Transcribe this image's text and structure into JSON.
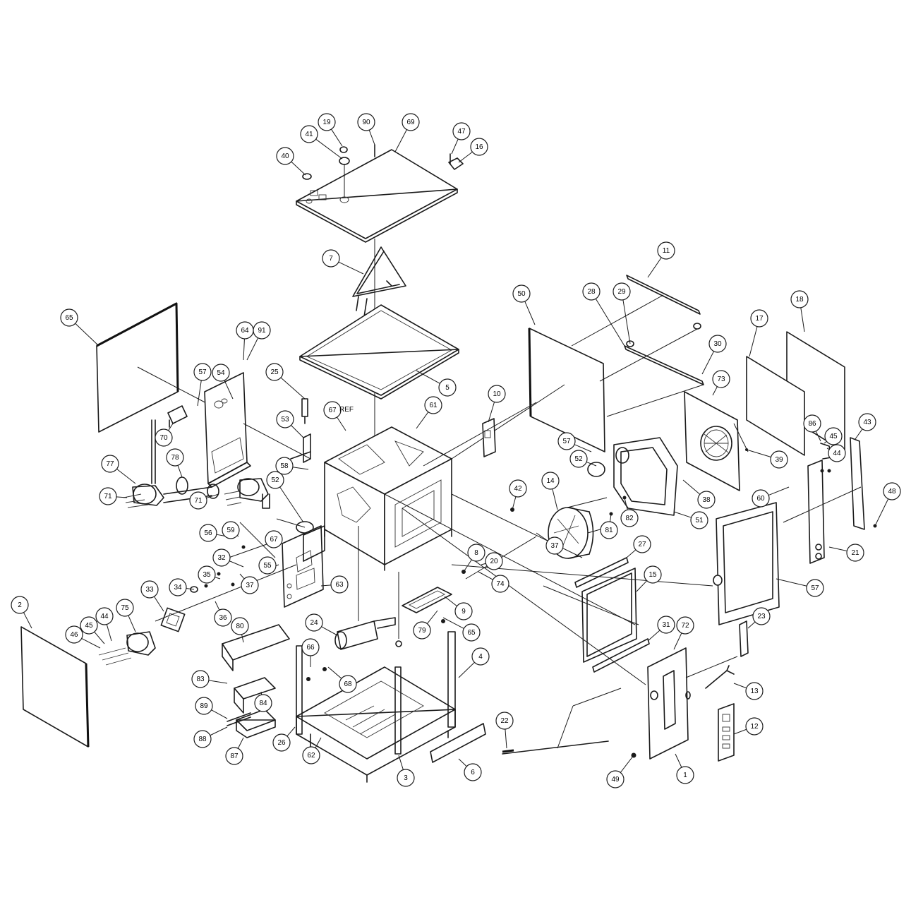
{
  "callouts": [
    "1",
    "2",
    "3",
    "4",
    "5",
    "6",
    "7",
    "8",
    "9",
    "10",
    "11",
    "12",
    "13",
    "14",
    "15",
    "16",
    "17",
    "18",
    "19",
    "20",
    "21",
    "22",
    "23",
    "24",
    "25",
    "26",
    "27",
    "28",
    "29",
    "30",
    "31",
    "32",
    "33",
    "34",
    "35",
    "36",
    "37",
    "37",
    "38",
    "39",
    "40",
    "41",
    "42",
    "43",
    "44",
    "44",
    "45",
    "45",
    "46",
    "47",
    "48",
    "49",
    "50",
    "51",
    "52",
    "52",
    "53",
    "54",
    "55",
    "56",
    "57",
    "57",
    "57",
    "58",
    "59",
    "60",
    "61",
    "62",
    "63",
    "64",
    "65",
    "65",
    "66",
    "67",
    "67",
    "68",
    "69",
    "70",
    "71",
    "71",
    "72",
    "73",
    "74",
    "75",
    "77",
    "78",
    "79",
    "80",
    "81",
    "82",
    "83",
    "84",
    "86",
    "87",
    "88",
    "89",
    "90",
    "91"
  ],
  "notes": {
    "ref": "REF"
  },
  "colors": {
    "line": "#1a1a1a",
    "bubble_text": "#000000",
    "background": "#ffffff"
  }
}
